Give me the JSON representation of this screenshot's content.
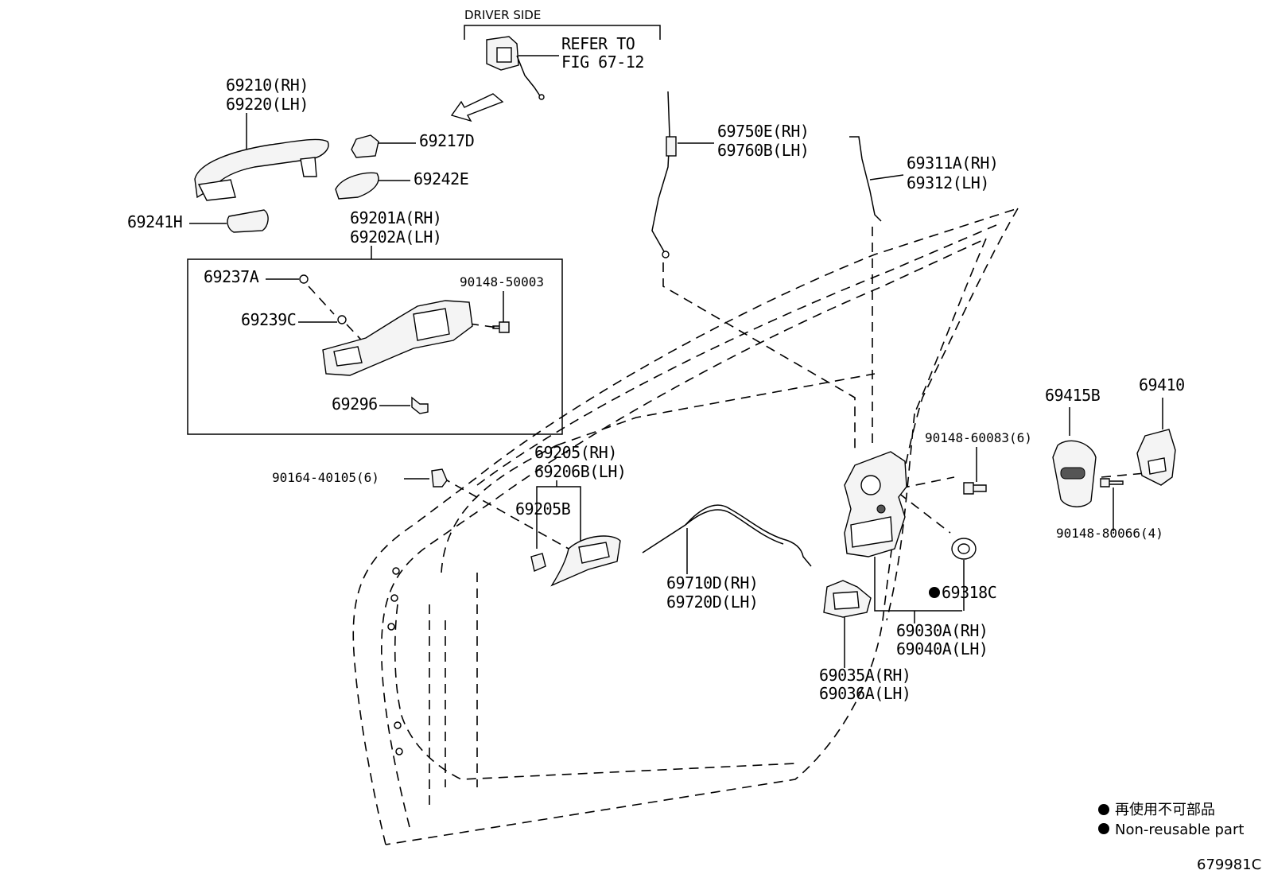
{
  "header": {
    "driver_side": "DRIVER SIDE",
    "refer_line1": "REFER TO",
    "refer_line2": "FIG 67-12"
  },
  "labels": {
    "p69210": "69210(RH)",
    "p69220": "69220(LH)",
    "p69217D": "69217D",
    "p69242E": "69242E",
    "p69241H": "69241H",
    "p69201A": "69201A(RH)",
    "p69202A": "69202A(LH)",
    "p69237A": "69237A",
    "p90148_50003": "90148-50003",
    "p69239C": "69239C",
    "p69296": "69296",
    "p69750E": "69750E(RH)",
    "p69760B": "69760B(LH)",
    "p69311A": "69311A(RH)",
    "p69312": "69312(LH)",
    "p69415B": "69415B",
    "p69410": "69410",
    "p90148_60083": "90148-60083(6)",
    "p90148_80066": "90148-80066(4)",
    "p69205": "69205(RH)",
    "p69206B": "69206B(LH)",
    "p69205B": "69205B",
    "p90164_40105": "90164-40105(6)",
    "p69710D": "69710D(RH)",
    "p69720D": "69720D(LH)",
    "p69318C": "69318C",
    "p69030A": "69030A(RH)",
    "p69040A": "69040A(LH)",
    "p69035A": "69035A(RH)",
    "p69036A": "69036A(LH)"
  },
  "legend": {
    "jp": "再使用不可部品",
    "en": "Non-reusable part"
  },
  "figure_id": "679981C"
}
